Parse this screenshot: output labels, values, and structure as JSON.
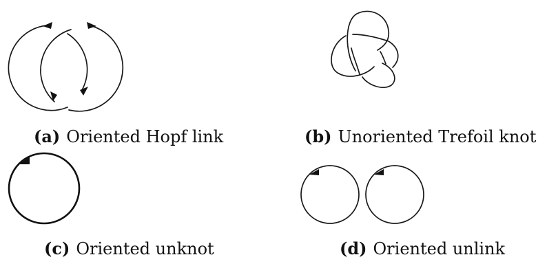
{
  "panels": {
    "a": {
      "tag": "(a)",
      "caption": "Oriented Hopf link"
    },
    "b": {
      "tag": "(b)",
      "caption": "Unoriented Trefoil knot"
    },
    "c": {
      "tag": "(c)",
      "caption": "Oriented unknot"
    },
    "d": {
      "tag": "(d)",
      "caption": "Oriented unlink"
    }
  },
  "icons": {
    "a": "hopf-link-icon",
    "b": "trefoil-knot-icon",
    "c": "unknot-icon",
    "d": "unlink-icon"
  }
}
